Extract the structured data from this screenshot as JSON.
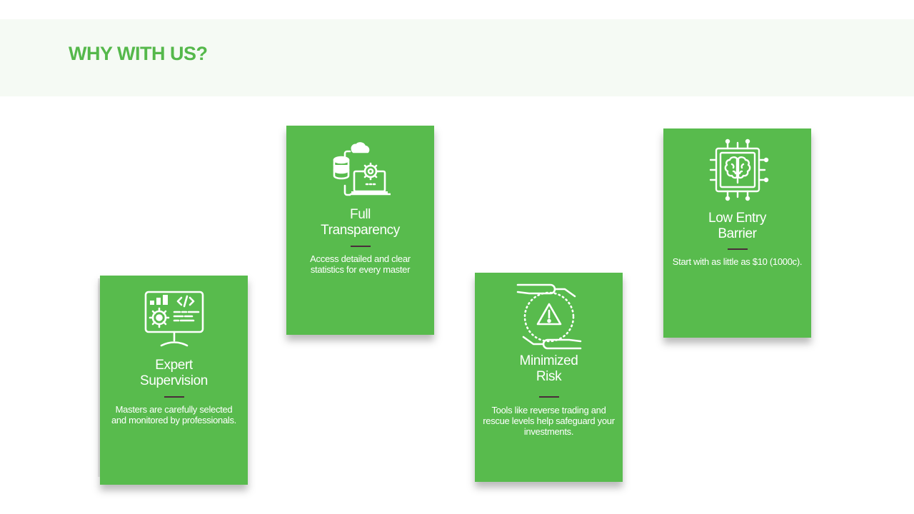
{
  "header": {
    "title": "WHY WITH US?"
  },
  "cards": [
    {
      "id": "expert-supervision",
      "icon": "monitor-gear-code-icon",
      "title_lines": [
        "Expert",
        "Supervision"
      ],
      "description": "Masters are carefully selected and monitored by professionals."
    },
    {
      "id": "full-transparency",
      "icon": "cloud-database-laptop-icon",
      "title_lines": [
        "Full",
        "Transparency"
      ],
      "description": "Access detailed and clear statistics for every master"
    },
    {
      "id": "minimized-risk",
      "icon": "hands-warning-icon",
      "title_lines": [
        "Minimized",
        "Risk"
      ],
      "description": "Tools like reverse trading and rescue levels help safeguard your investments."
    },
    {
      "id": "low-entry-barrier",
      "icon": "brain-chip-icon",
      "title_lines": [
        "Low Entry",
        "Barrier"
      ],
      "description": "Start with as little as $10 (1000c)."
    }
  ],
  "colors": {
    "accent": "#55b84b",
    "card_bg": "#58bb4d",
    "header_band": "#f5faf4",
    "divider": "#4a2c3a"
  }
}
